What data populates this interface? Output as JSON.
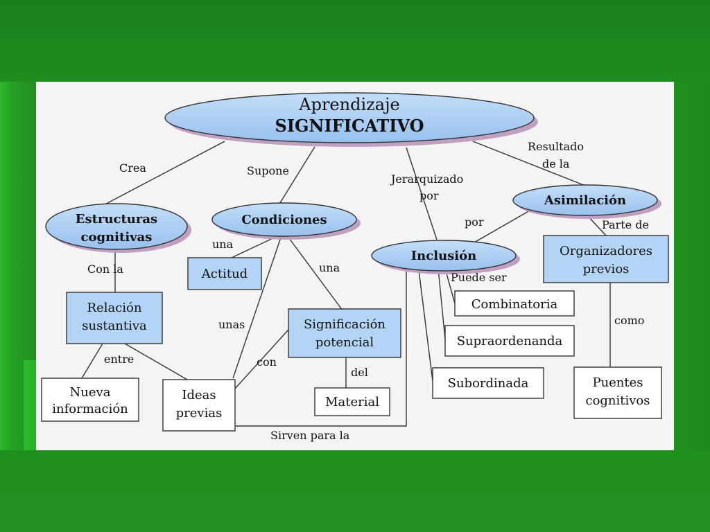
{
  "diagram": {
    "root": {
      "line1": "Aprendizaje",
      "line2": "SIGNIFICATIVO"
    },
    "nodes": {
      "estructuras": {
        "line1": "Estructuras",
        "line2": "cognitivas"
      },
      "condiciones": "Condiciones",
      "inclusion": "Inclusión",
      "asimilacion": "Asimilación",
      "actitud": "Actitud",
      "relacion": {
        "line1": "Relación",
        "line2": "sustantiva"
      },
      "significacion": {
        "line1": "Significación",
        "line2": "potencial"
      },
      "material": "Material",
      "nueva": {
        "line1": "Nueva",
        "line2": "información"
      },
      "ideas": {
        "line1": "Ideas",
        "line2": "previas"
      },
      "organizadores": {
        "line1": "Organizadores",
        "line2": "previos"
      },
      "combinatoria": "Combinatoria",
      "supraordenanda": "Supraordenanda",
      "subordinada": "Subordinada",
      "puentes": {
        "line1": "Puentes",
        "line2": "cognitivos"
      }
    },
    "links": {
      "crea": "Crea",
      "supone": "Supone",
      "jerarquizado1": "Jerarquizado",
      "jerarquizado2": "por",
      "resultado1": "Resultado",
      "resultado2": "de la",
      "conla": "Con la",
      "una1": "una",
      "una2": "una",
      "unas": "unas",
      "con": "con",
      "del": "del",
      "entre": "entre",
      "por": "por",
      "partede": "Parte de",
      "puedeser": "Puede ser",
      "como": "como",
      "sirven": "Sirven para la"
    },
    "colors": {
      "ellipse_fill": "#a9cdf2",
      "ellipse_shadow": "#c0a0c0",
      "blue_box_fill": "#b3d4f5",
      "white_box_fill": "#ffffff",
      "line": "#333333",
      "background": "#1f8f1f",
      "panel": "#f4f4f4"
    }
  }
}
